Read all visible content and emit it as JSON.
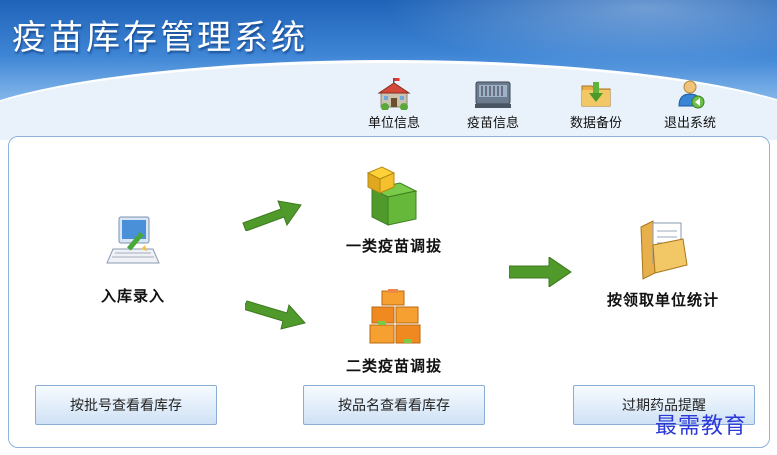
{
  "header": {
    "title": "疫苗库存管理系统"
  },
  "toolbar": {
    "items": [
      {
        "label": "单位信息",
        "icon": "building-icon"
      },
      {
        "label": "疫苗信息",
        "icon": "device-icon"
      },
      {
        "label": "数据备份",
        "icon": "folder-download-icon"
      },
      {
        "label": "退出系统",
        "icon": "user-exit-icon"
      }
    ]
  },
  "workflow": {
    "entry": {
      "label": "入库录入",
      "icon": "computer-edit-icon"
    },
    "allocate_class1": {
      "label": "一类疫苗调拔",
      "icon": "green-boxes-icon"
    },
    "allocate_class2": {
      "label": "二类疫苗调拔",
      "icon": "orange-boxes-icon"
    },
    "stats": {
      "label": "按领取单位统计",
      "icon": "document-folder-icon"
    }
  },
  "buttons": {
    "by_batch": "按批号查看看库存",
    "by_name": "按品名查看看库存",
    "expiry": "过期药品提醒"
  },
  "watermark": "最需教育",
  "colors": {
    "header_dark": "#1f63b8",
    "header_light": "#cfe3f7",
    "arrow_green": "#4f9a2a",
    "panel_border": "#8fb3da",
    "watermark": "#2a39d8"
  }
}
